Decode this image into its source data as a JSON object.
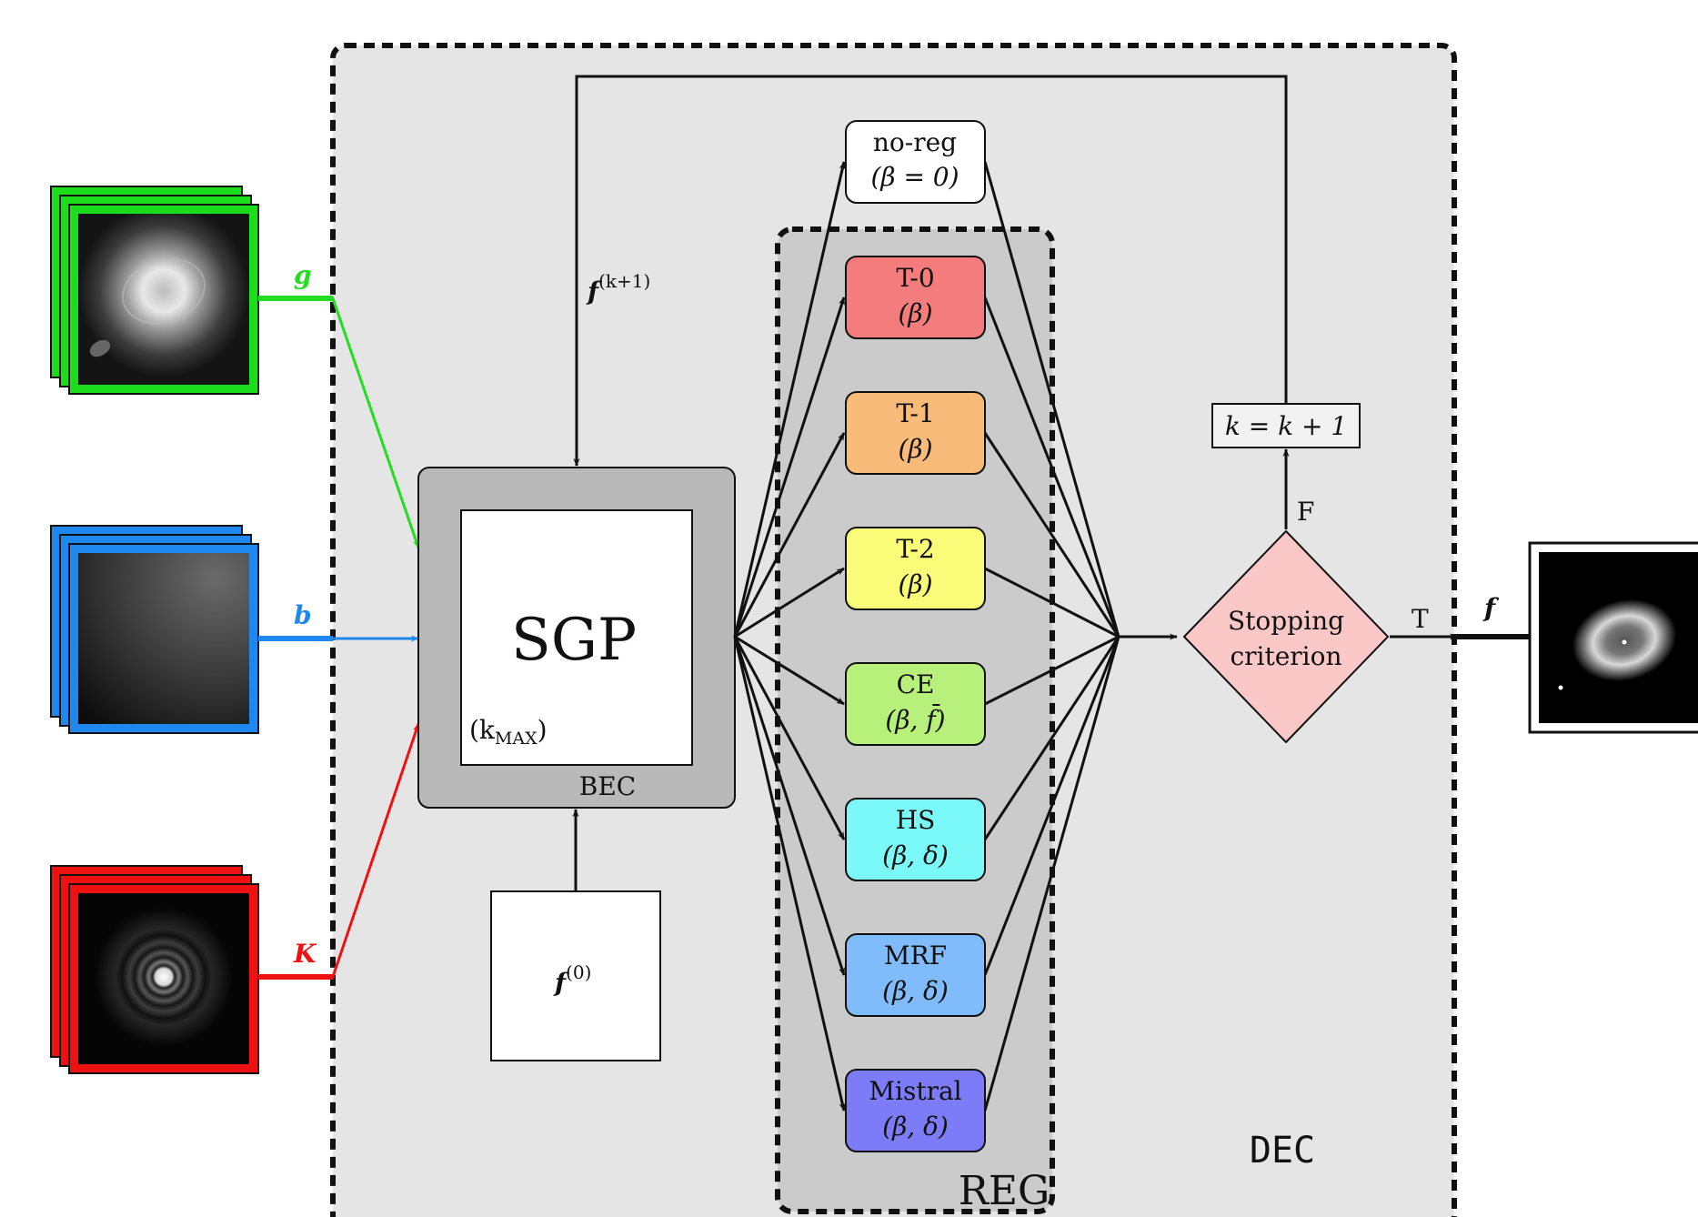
{
  "inputs": {
    "g": {
      "label": "g",
      "color": "#22dd22"
    },
    "b": {
      "label": "b",
      "color": "#1e88ee"
    },
    "K": {
      "label": "K",
      "color": "#ee1111"
    }
  },
  "bec": {
    "core_label": "SGP",
    "kmax_label": "(k",
    "kmax_sub": "MAX",
    "kmax_close": ")",
    "label": "BEC"
  },
  "init": {
    "symbol": "f",
    "superscript": "(0)"
  },
  "feedback": {
    "symbol": "f",
    "superscript": "(k+1)"
  },
  "noreg": {
    "name": "no-reg",
    "param": "(β = 0)"
  },
  "reg_group_label": "REG",
  "dec_label": "DEC",
  "regularizers": [
    {
      "name": "T-0",
      "param": "(β)",
      "color": "#f47c7c"
    },
    {
      "name": "T-1",
      "param": "(β)",
      "color": "#f8bb7a"
    },
    {
      "name": "T-2",
      "param": "(β)",
      "color": "#fbfb7a"
    },
    {
      "name": "CE",
      "param": "(β, f̄)",
      "color": "#b7f07a"
    },
    {
      "name": "HS",
      "param": "(β, δ)",
      "color": "#7bf9f9"
    },
    {
      "name": "MRF",
      "param": "(β, δ)",
      "color": "#80bcfc"
    },
    {
      "name": "Mistral",
      "param": "(β, δ)",
      "color": "#7c7cf8"
    }
  ],
  "stopping": {
    "line1": "Stopping",
    "line2": "criterion",
    "false_label": "F",
    "true_label": "T"
  },
  "increment": {
    "text": "k = k + 1"
  },
  "output": {
    "symbol": "f"
  }
}
